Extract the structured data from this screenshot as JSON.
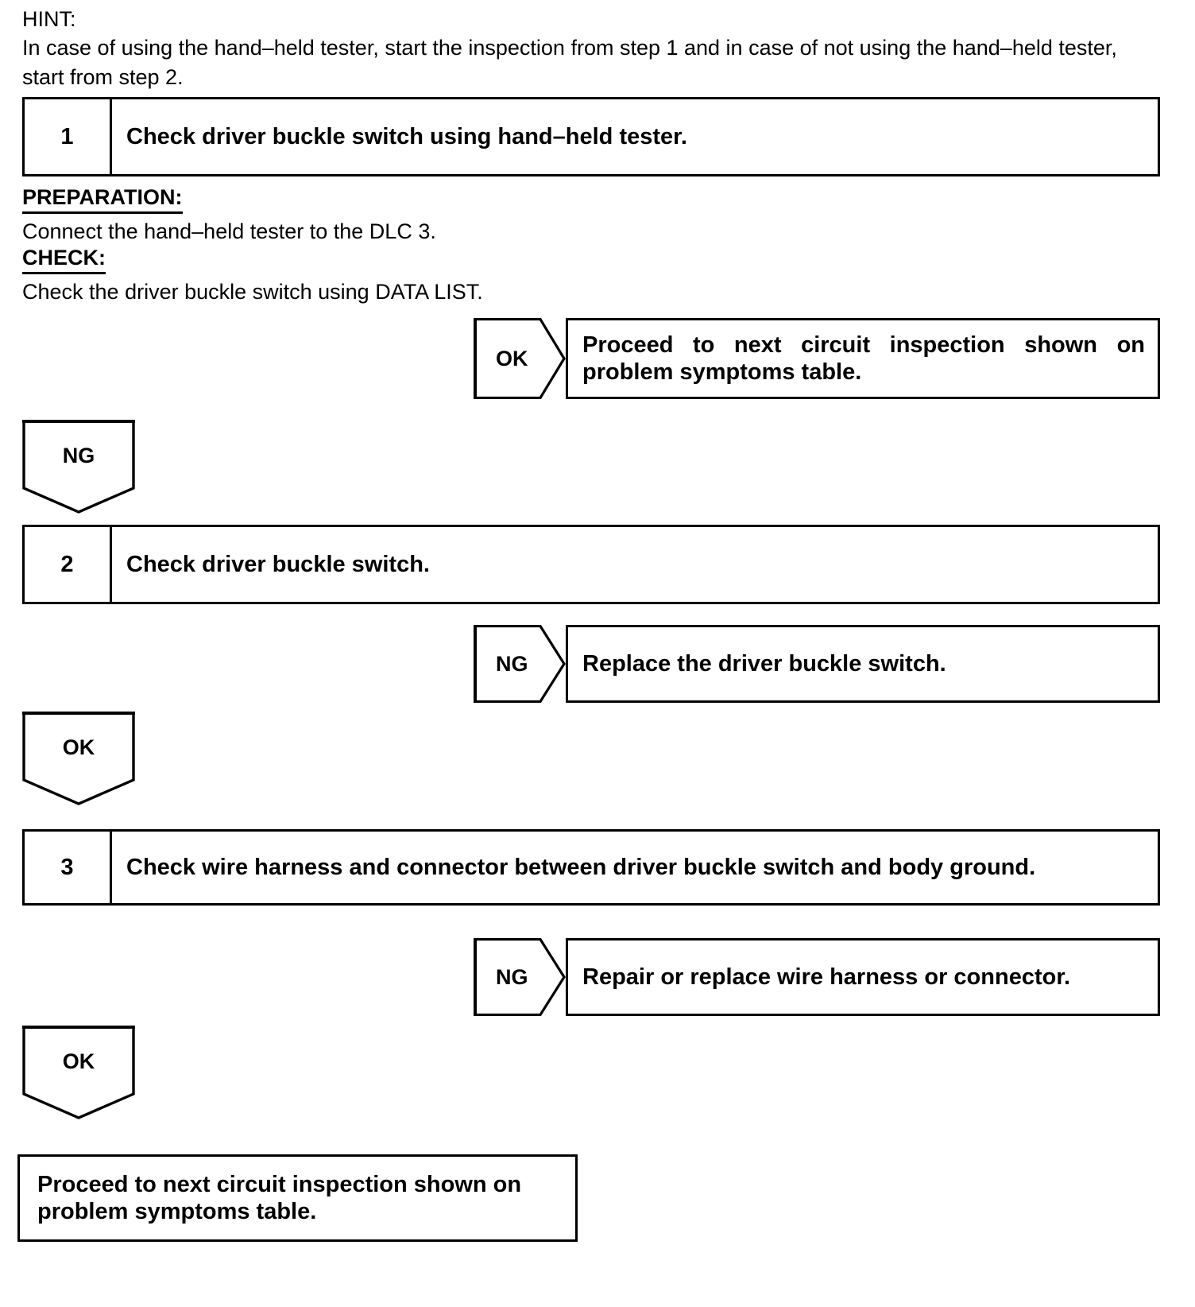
{
  "document": {
    "type": "diagnostic-flowchart",
    "title": "Driver buckle switch circuit inspection"
  },
  "hint": {
    "label": "HINT:",
    "text": "In case of using the hand–held tester, start the inspection from step 1 and in case of not using the hand–held tester, start from step 2."
  },
  "steps": [
    {
      "number": "1",
      "text": "Check driver buckle switch using hand–held tester."
    },
    {
      "number": "2",
      "text": "Check driver buckle switch."
    },
    {
      "number": "3",
      "text": "Check wire harness and connector between driver buckle switch and body ground."
    }
  ],
  "preparation": {
    "heading": "PREPARATION:",
    "text": "Connect the hand–held tester to the DLC 3."
  },
  "check": {
    "heading": "CHECK:",
    "text": "Check the driver buckle switch using DATA LIST."
  },
  "branches": [
    {
      "tag": "OK",
      "direction": "right",
      "line1": "Proceed to next circuit inspection shown on",
      "line2": "problem symptoms table."
    },
    {
      "tag": "NG",
      "direction": "down"
    },
    {
      "tag": "NG",
      "direction": "right",
      "line1": "Replace the driver buckle switch.",
      "line2": ""
    },
    {
      "tag": "OK",
      "direction": "down"
    },
    {
      "tag": "NG",
      "direction": "right",
      "line1": "Repair or replace wire harness or connector.",
      "line2": ""
    },
    {
      "tag": "OK",
      "direction": "down"
    }
  ],
  "terminal": {
    "line1": "Proceed to next circuit inspection shown on",
    "line2": "problem symptoms table."
  },
  "colors": {
    "ink": "#000000",
    "paper": "#ffffff"
  }
}
